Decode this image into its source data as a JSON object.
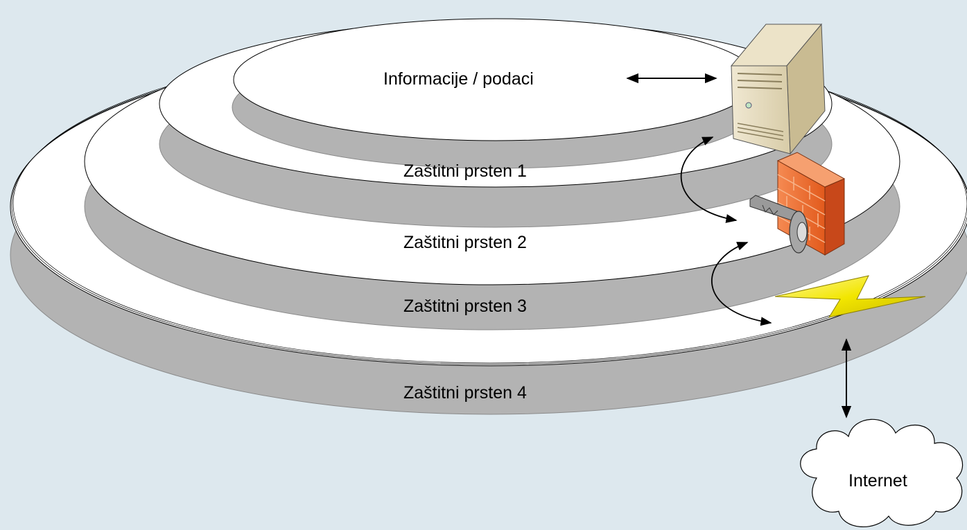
{
  "diagram": {
    "labels": {
      "center": "Informacije / podaci",
      "ring1": "Zaštitni prsten 1",
      "ring2": "Zaštitni prsten 2",
      "ring3": "Zaštitni prsten 3",
      "ring4": "Zaštitni prsten 4",
      "cloud": "Internet"
    },
    "colors": {
      "background": "#dde8ee",
      "ellipse_fill": "#ffffff",
      "ellipse_shadow": "#b3b3b3",
      "firewall": "#e8642a",
      "lightning": "#f2e600",
      "server": "#e6dcc0"
    },
    "icons": [
      "server-icon",
      "firewall-icon",
      "key-icon",
      "lightning-icon",
      "cloud-icon"
    ]
  }
}
